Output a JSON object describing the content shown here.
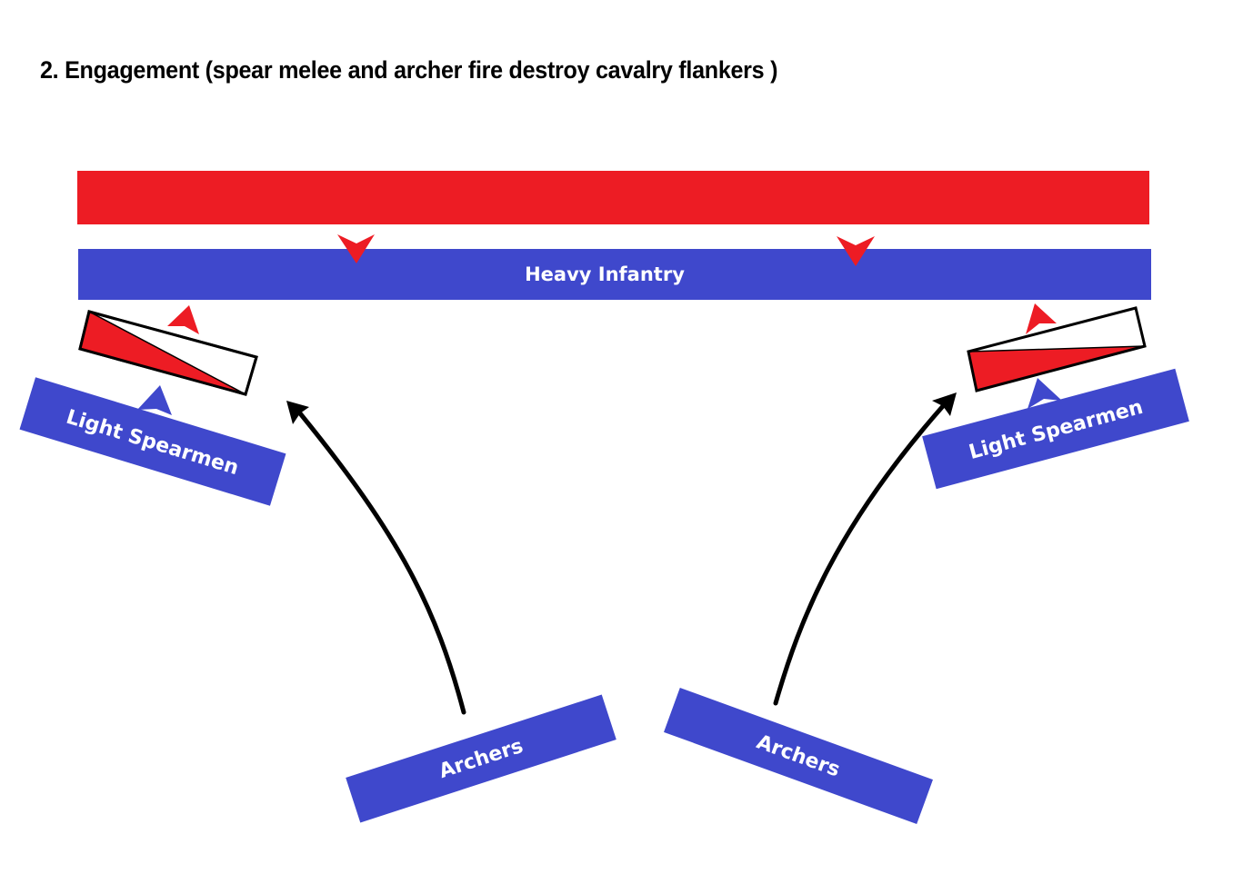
{
  "title": "2. Engagement (spear melee and archer fire destroy cavalry flankers )",
  "colors": {
    "enemy": "#ED1C24",
    "friendly": "#3F48CC",
    "arrow": "#000000",
    "label": "#FFFFFF"
  },
  "units": {
    "enemy_line": {
      "label": "",
      "side": "enemy"
    },
    "heavy_infantry": {
      "label": "Heavy Infantry",
      "side": "friendly"
    },
    "light_spearmen_left": {
      "label": "Light Spearmen",
      "side": "friendly"
    },
    "light_spearmen_right": {
      "label": "Light Spearmen",
      "side": "friendly"
    },
    "archers_left": {
      "label": "Archers",
      "side": "friendly"
    },
    "archers_right": {
      "label": "Archers",
      "side": "friendly"
    },
    "cavalry_flanker_left": {
      "label": "",
      "side": "enemy",
      "state": "partially destroyed"
    },
    "cavalry_flanker_right": {
      "label": "",
      "side": "enemy",
      "state": "partially destroyed"
    }
  },
  "movements": [
    {
      "name": "enemy-advance-left",
      "color": "enemy",
      "direction": "down"
    },
    {
      "name": "enemy-advance-right",
      "color": "enemy",
      "direction": "down"
    },
    {
      "name": "cavalry-advance-left",
      "color": "enemy",
      "direction": "up"
    },
    {
      "name": "cavalry-advance-right",
      "color": "enemy",
      "direction": "up"
    },
    {
      "name": "spearmen-advance-left",
      "color": "friendly",
      "direction": "up"
    },
    {
      "name": "spearmen-advance-right",
      "color": "friendly",
      "direction": "up"
    },
    {
      "name": "archer-fire-left",
      "color": "arrow",
      "direction": "up-left"
    },
    {
      "name": "archer-fire-right",
      "color": "arrow",
      "direction": "up-right"
    }
  ]
}
